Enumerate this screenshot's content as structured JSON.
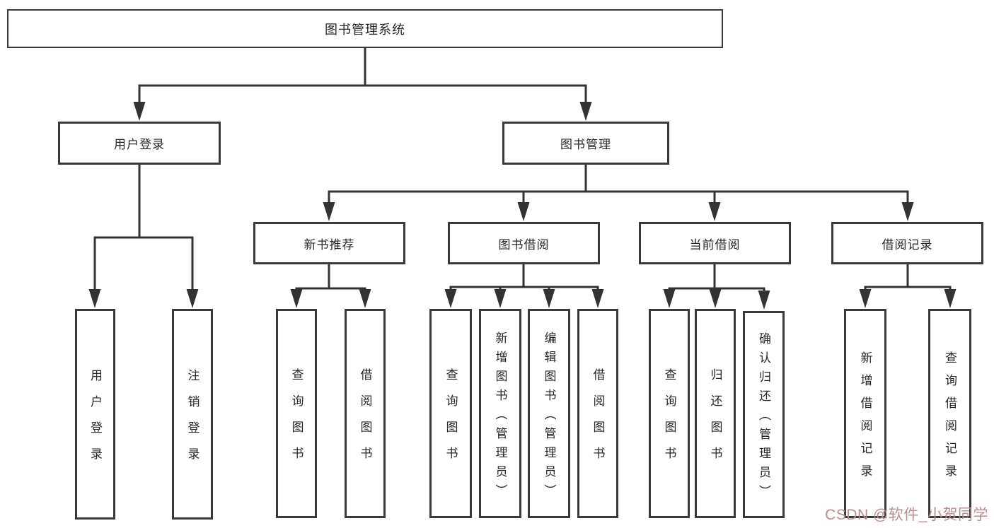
{
  "colors": {
    "line": "#333333",
    "text": "#262626",
    "watermark": "#ba8d8d"
  },
  "diagram": {
    "root": {
      "label": "图书管理系统"
    },
    "level2": [
      {
        "label": "用户登录"
      },
      {
        "label": "图书管理"
      }
    ],
    "login_children": [
      {
        "label": "用户登录"
      },
      {
        "label": "注销登录"
      }
    ],
    "groups": [
      {
        "label": "新书推荐",
        "children": [
          {
            "label": "查询图书"
          },
          {
            "label": "借阅图书"
          }
        ]
      },
      {
        "label": "图书借阅",
        "children": [
          {
            "label": "查询图书"
          },
          {
            "label": "新增图书（管理员）"
          },
          {
            "label": "编辑图书（管理员）"
          },
          {
            "label": "借阅图书"
          }
        ]
      },
      {
        "label": "当前借阅",
        "children": [
          {
            "label": "查询图书"
          },
          {
            "label": "归还图书"
          },
          {
            "label": "确认归还（管理员）"
          }
        ]
      },
      {
        "label": "借阅记录",
        "children": [
          {
            "label": "新增借阅记录"
          },
          {
            "label": "查询借阅记录"
          }
        ]
      }
    ]
  },
  "watermark": {
    "text": "CSDN @软件_小贺同学"
  }
}
